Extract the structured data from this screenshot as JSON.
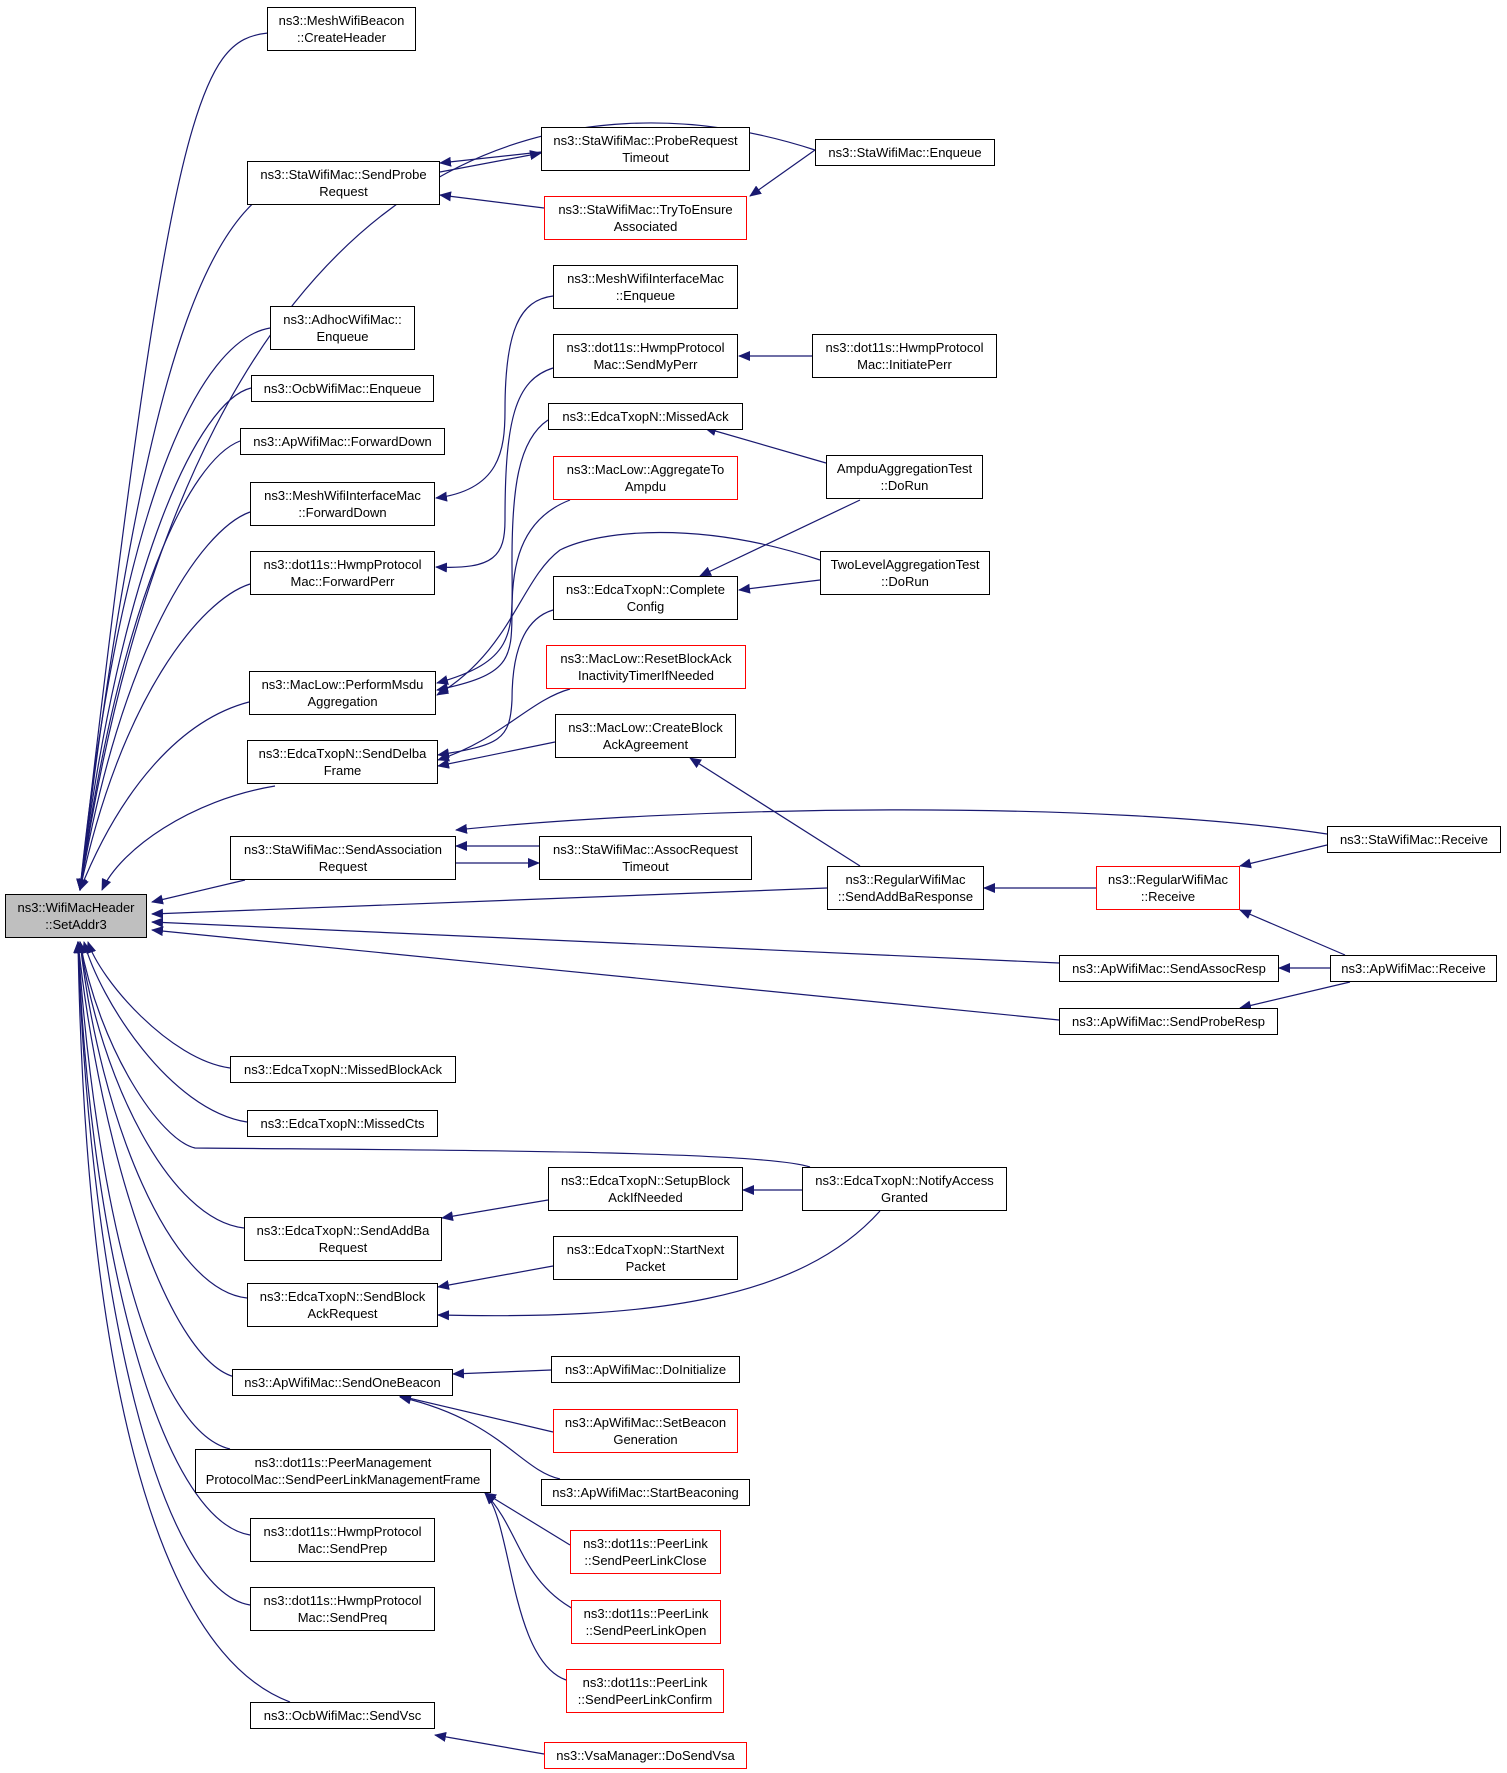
{
  "colors": {
    "edge": "#191970",
    "border": "#000000",
    "border_incomplete": "#ff0000",
    "root_fill": "#bfbfbf"
  },
  "nodes": {
    "root": {
      "lines": [
        "ns3::WifiMacHeader",
        "::SetAddr3"
      ]
    },
    "n_mwb_ch": {
      "lines": [
        "ns3::MeshWifiBeacon",
        "::CreateHeader"
      ]
    },
    "n_sta_spr": {
      "lines": [
        "ns3::StaWifiMac::SendProbe",
        "Request"
      ]
    },
    "n_adhoc_enq": {
      "lines": [
        "ns3::AdhocWifiMac::",
        "Enqueue"
      ]
    },
    "n_ocb_enq": {
      "lines": [
        "ns3::OcbWifiMac::Enqueue"
      ]
    },
    "n_ap_fd": {
      "lines": [
        "ns3::ApWifiMac::ForwardDown"
      ]
    },
    "n_mwim_fd": {
      "lines": [
        "ns3::MeshWifiInterfaceMac",
        "::ForwardDown"
      ]
    },
    "n_hwmp_fp": {
      "lines": [
        "ns3::dot11s::HwmpProtocol",
        "Mac::ForwardPerr"
      ]
    },
    "n_ml_pma": {
      "lines": [
        "ns3::MacLow::PerformMsdu",
        "Aggregation"
      ]
    },
    "n_etx_sdf": {
      "lines": [
        "ns3::EdcaTxopN::SendDelba",
        "Frame"
      ]
    },
    "n_sta_sar": {
      "lines": [
        "ns3::StaWifiMac::SendAssociation",
        "Request"
      ]
    },
    "n_etx_mba": {
      "lines": [
        "ns3::EdcaTxopN::MissedBlockAck"
      ]
    },
    "n_etx_mcts": {
      "lines": [
        "ns3::EdcaTxopN::MissedCts"
      ]
    },
    "n_etx_saba": {
      "lines": [
        "ns3::EdcaTxopN::SendAddBa",
        "Request"
      ]
    },
    "n_etx_sbar": {
      "lines": [
        "ns3::EdcaTxopN::SendBlock",
        "AckRequest"
      ]
    },
    "n_ap_sob": {
      "lines": [
        "ns3::ApWifiMac::SendOneBeacon"
      ]
    },
    "n_pmp_spl": {
      "lines": [
        "ns3::dot11s::PeerManagement",
        "ProtocolMac::SendPeerLinkManagementFrame"
      ]
    },
    "n_hwmp_sprep": {
      "lines": [
        "ns3::dot11s::HwmpProtocol",
        "Mac::SendPrep"
      ]
    },
    "n_hwmp_spreq": {
      "lines": [
        "ns3::dot11s::HwmpProtocol",
        "Mac::SendPreq"
      ]
    },
    "n_ocb_svsc": {
      "lines": [
        "ns3::OcbWifiMac::SendVsc"
      ]
    },
    "n_sta_prt": {
      "lines": [
        "ns3::StaWifiMac::ProbeRequest",
        "Timeout"
      ]
    },
    "n_sta_tta": {
      "lines": [
        "ns3::StaWifiMac::TryToEnsure",
        "Associated"
      ]
    },
    "n_mwim_enq": {
      "lines": [
        "ns3::MeshWifiInterfaceMac",
        "::Enqueue"
      ]
    },
    "n_hwmp_smp": {
      "lines": [
        "ns3::dot11s::HwmpProtocol",
        "Mac::SendMyPerr"
      ]
    },
    "n_etx_mack": {
      "lines": [
        "ns3::EdcaTxopN::MissedAck"
      ]
    },
    "n_ml_ata": {
      "lines": [
        "ns3::MacLow::AggregateTo",
        "Ampdu"
      ]
    },
    "n_etx_cc": {
      "lines": [
        "ns3::EdcaTxopN::Complete",
        "Config"
      ]
    },
    "n_ml_rba": {
      "lines": [
        "ns3::MacLow::ResetBlockAck",
        "InactivityTimerIfNeeded"
      ]
    },
    "n_ml_cba": {
      "lines": [
        "ns3::MacLow::CreateBlock",
        "AckAgreement"
      ]
    },
    "n_sta_art": {
      "lines": [
        "ns3::StaWifiMac::AssocRequest",
        "Timeout"
      ]
    },
    "n_etx_sbai": {
      "lines": [
        "ns3::EdcaTxopN::SetupBlock",
        "AckIfNeeded"
      ]
    },
    "n_etx_snp": {
      "lines": [
        "ns3::EdcaTxopN::StartNext",
        "Packet"
      ]
    },
    "n_ap_doi": {
      "lines": [
        "ns3::ApWifiMac::DoInitialize"
      ]
    },
    "n_ap_sbg": {
      "lines": [
        "ns3::ApWifiMac::SetBeacon",
        "Generation"
      ]
    },
    "n_ap_sbc": {
      "lines": [
        "ns3::ApWifiMac::StartBeaconing"
      ]
    },
    "n_pl_close": {
      "lines": [
        "ns3::dot11s::PeerLink",
        "::SendPeerLinkClose"
      ]
    },
    "n_pl_open": {
      "lines": [
        "ns3::dot11s::PeerLink",
        "::SendPeerLinkOpen"
      ]
    },
    "n_pl_conf": {
      "lines": [
        "ns3::dot11s::PeerLink",
        "::SendPeerLinkConfirm"
      ]
    },
    "n_vsa": {
      "lines": [
        "ns3::VsaManager::DoSendVsa"
      ]
    },
    "n_sta_enq": {
      "lines": [
        "ns3::StaWifiMac::Enqueue"
      ]
    },
    "n_hwmp_ip": {
      "lines": [
        "ns3::dot11s::HwmpProtocol",
        "Mac::InitiatePerr"
      ]
    },
    "n_ampdu": {
      "lines": [
        "AmpduAggregationTest",
        "::DoRun"
      ]
    },
    "n_tla": {
      "lines": [
        "TwoLevelAggregationTest",
        "::DoRun"
      ]
    },
    "n_rwm_saba": {
      "lines": [
        "ns3::RegularWifiMac",
        "::SendAddBaResponse"
      ]
    },
    "n_ap_sar": {
      "lines": [
        "ns3::ApWifiMac::SendAssocResp"
      ]
    },
    "n_ap_spr": {
      "lines": [
        "ns3::ApWifiMac::SendProbeResp"
      ]
    },
    "n_etx_nag": {
      "lines": [
        "ns3::EdcaTxopN::NotifyAccess",
        "Granted"
      ]
    },
    "n_rwm_rcv": {
      "lines": [
        "ns3::RegularWifiMac",
        "::Receive"
      ]
    },
    "n_sta_rcv": {
      "lines": [
        "ns3::StaWifiMac::Receive"
      ]
    },
    "n_ap_rcv": {
      "lines": [
        "ns3::ApWifiMac::Receive"
      ]
    }
  }
}
